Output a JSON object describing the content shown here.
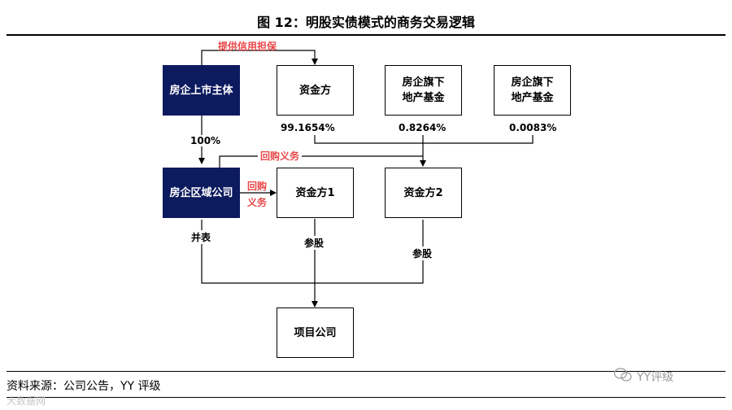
{
  "title": "图 12：明股实债模式的商务交易逻辑",
  "nodes": {
    "listed": "房企上市主体",
    "funder": "资金方",
    "fund1_l1": "房企旗下",
    "fund1_l2": "地产基金",
    "fund2_l1": "房企旗下",
    "fund2_l2": "地产基金",
    "regional": "房企区域公司",
    "funder1": "资金方1",
    "funder2": "资金方2",
    "project": "项目公司"
  },
  "labels": {
    "guarantee": "提供信用担保",
    "pct_funder": "99.1654%",
    "pct_fund1": "0.8264%",
    "pct_fund2": "0.0083%",
    "hundred": "100%",
    "buyback_top": "回购义务",
    "buyback_left_1": "回购",
    "buyback_left_2": "义务",
    "consolidate": "并表",
    "stake1": "参股",
    "stake2": "参股"
  },
  "footer": {
    "source": "资料来源：公司公告，YY 评级",
    "logo_text": "YY评级",
    "watermark": "大数据网"
  },
  "colors": {
    "dark_box": "#0c1a5e",
    "accent_red": "#e8484a"
  }
}
